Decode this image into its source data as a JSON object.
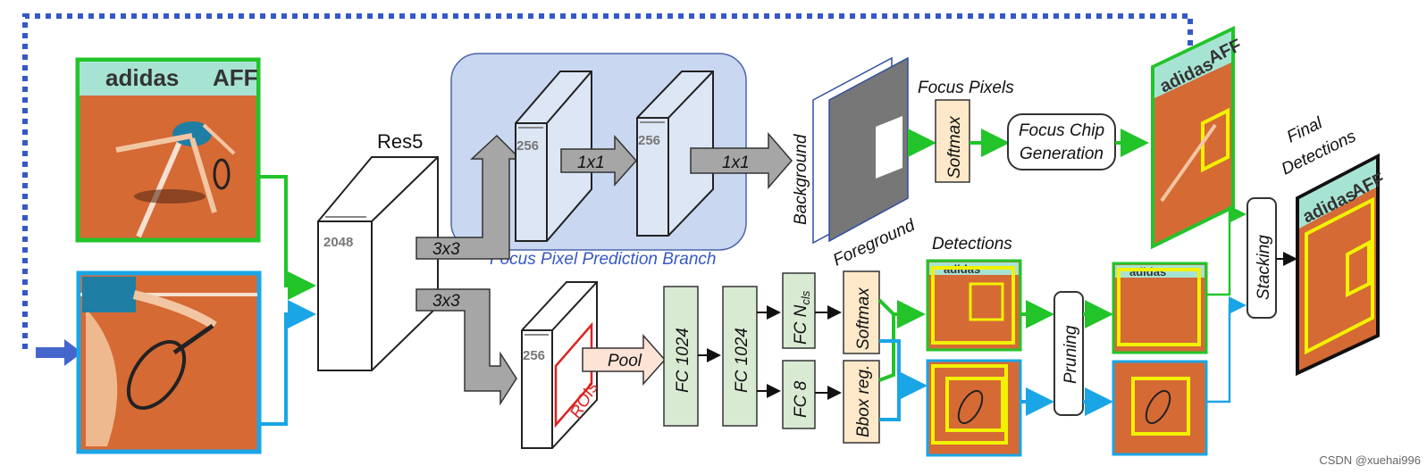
{
  "labels": {
    "res5": "Res5",
    "dim_2048": "2048",
    "dim_256": "256",
    "conv3x3": "3x3",
    "conv1x1": "1x1",
    "focus_branch": "Focus Pixel Prediction Branch",
    "focus_pixels": "Focus Pixels",
    "background": "Background",
    "foreground": "Foreground",
    "softmax": "Softmax",
    "focus_chip_line1": "Focus Chip",
    "focus_chip_line2": "Generation",
    "final_line1": "Final",
    "final_line2": "Detections",
    "detections": "Detections",
    "rois": "ROIs",
    "pool": "Pool",
    "fc1024": "FC 1024",
    "fc_n": "FC N",
    "fc_n_sub": "cls",
    "fc8": "FC 8",
    "bbox_reg": "Bbox reg.",
    "pruning": "Pruning",
    "stacking": "Stacking",
    "adidas": "adidas",
    "aff": "AFF"
  },
  "watermark": "CSDN @xuehai996",
  "colors": {
    "green": "#22c42a",
    "blue": "#1aa5e6",
    "dashed": "#3558c6",
    "branch_bg": "#c9d8f0",
    "fc_green": "#d9ead3",
    "peach": "#fde9c9",
    "gray_arrow": "#a6a6a6",
    "court": "#d56a35",
    "yellow_box": "#f2f200"
  }
}
